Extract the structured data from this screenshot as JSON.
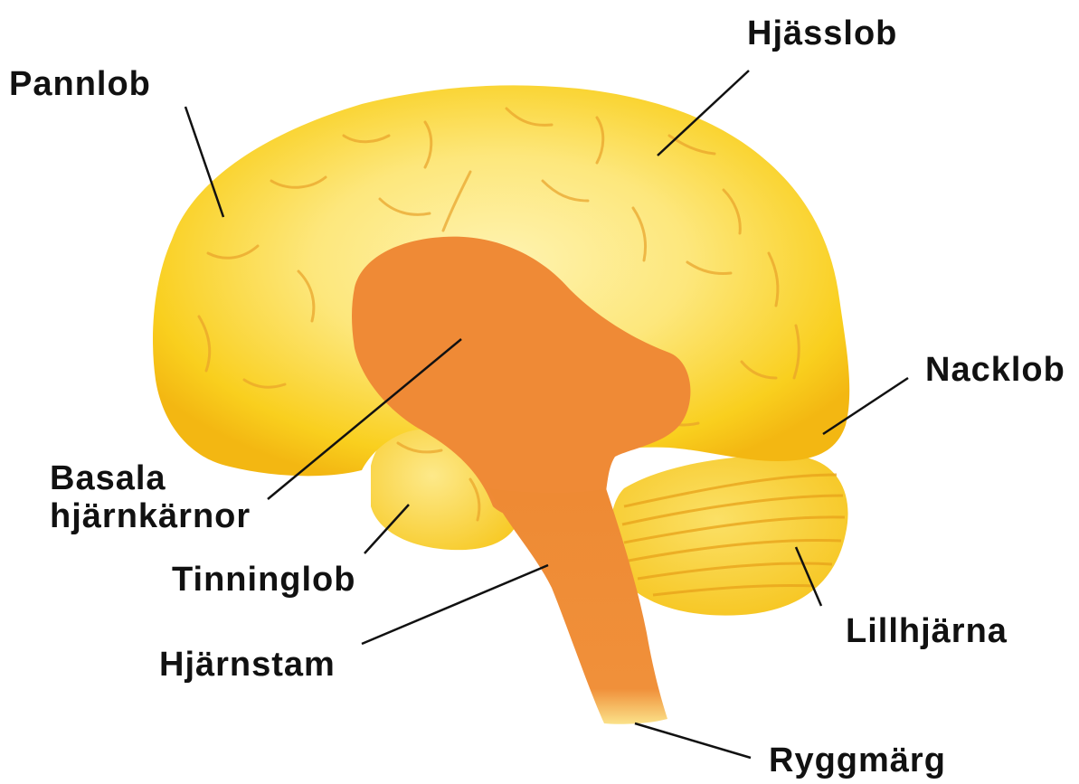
{
  "labels": {
    "pannlob": "Pannlob",
    "hjasslob": "Hjässlob",
    "nacklob": "Nacklob",
    "basala_line1": "Basala",
    "basala_line2": "hjärnkärnor",
    "tinninglob": "Tinninglob",
    "hjarnstam": "Hjärnstam",
    "lillhjarna": "Lillhjärna",
    "ryggmarg": "Ryggmärg"
  },
  "colors": {
    "cortex_yellow": "#f9cf1e",
    "cortex_light": "#fdee9a",
    "core_orange": "#ef8a36",
    "cerebellum_yellow": "#f8cd28",
    "leader_line": "#111111"
  }
}
